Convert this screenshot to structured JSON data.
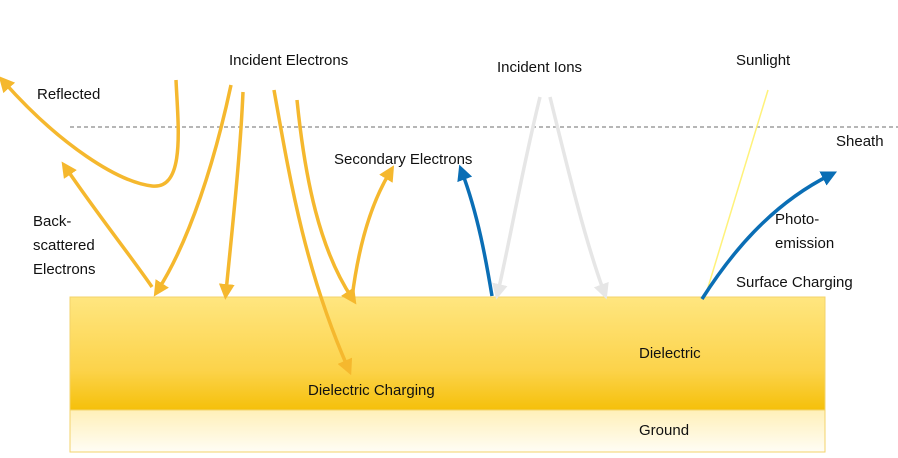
{
  "labels": {
    "incident_electrons": "Incident Electrons",
    "incident_ions": "Incident Ions",
    "sunlight": "Sunlight",
    "reflected": "Reflected",
    "sheath": "Sheath",
    "secondary_electrons": "Secondary Electrons",
    "backscattered_electrons": "Back-scattered Electrons",
    "photo_emission": "Photo-emission",
    "surface_charging": "Surface Charging",
    "dielectric": "Dielectric",
    "dielectric_charging": "Dielectric Charging",
    "ground": "Ground"
  },
  "colors": {
    "electron_arrow": "#f5b82e",
    "ion_arrow": "#e6e6e6",
    "photoemission_arrow": "#0a6eb5",
    "sunlight_ray": "#fff27a",
    "sheath_line": "#8a8a8a",
    "dielectric_top": "#ffe680",
    "dielectric_bottom": "#f5c00a",
    "ground_top": "#fff2c0",
    "ground_bottom": "#ffffff",
    "slab_border": "#f3d36b"
  }
}
